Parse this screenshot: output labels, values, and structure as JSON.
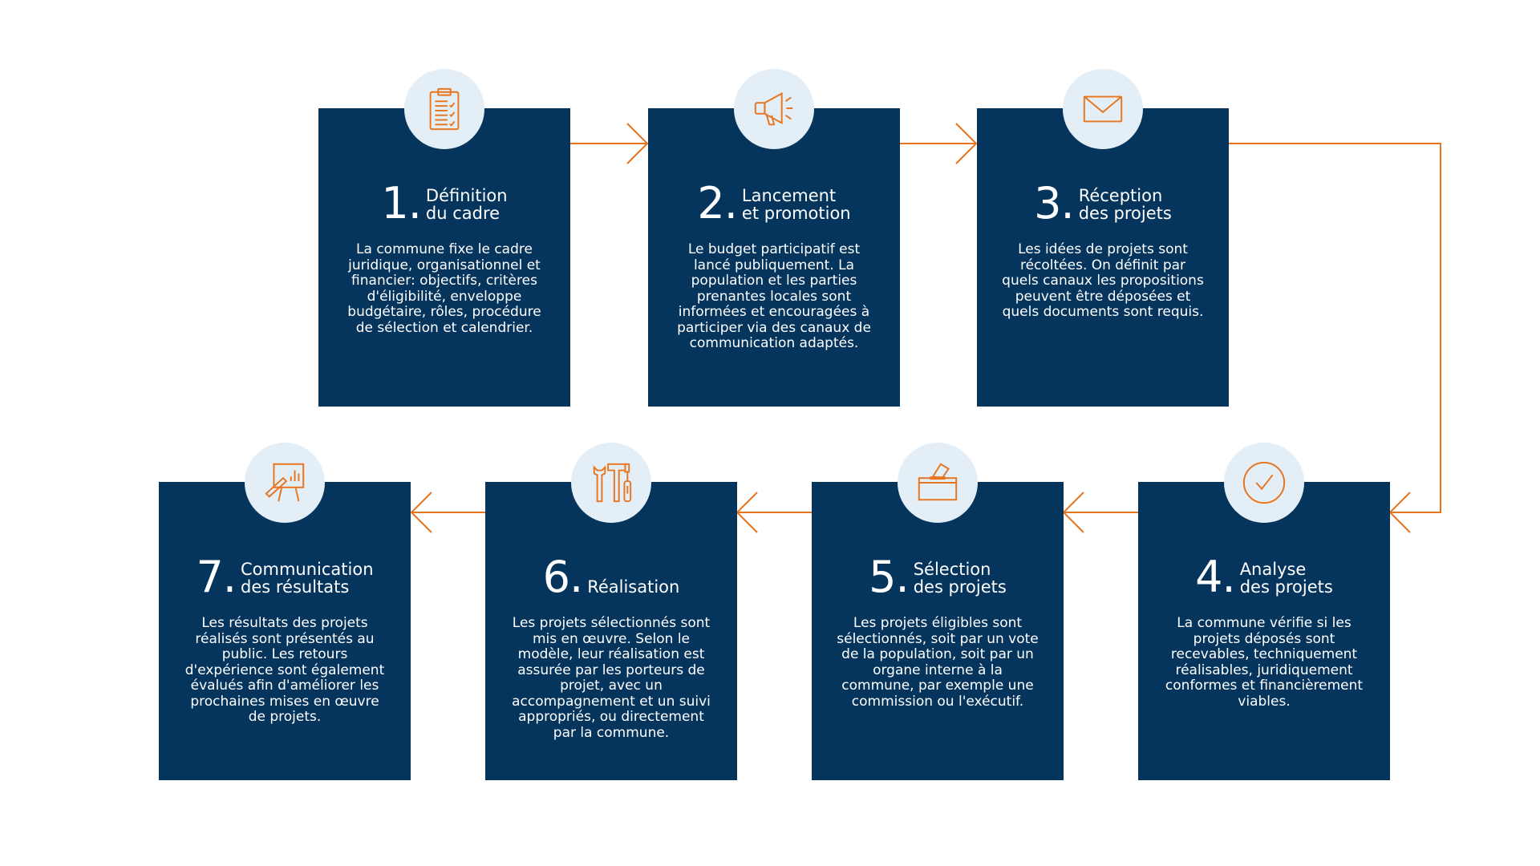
{
  "colors": {
    "card": "#05345c",
    "accent": "#e8741e",
    "icon_bg": "#e3eef7",
    "text": "#ffffff"
  },
  "steps": [
    {
      "number": "1.",
      "title_line1": "Définition",
      "title_line2": "du cadre",
      "icon": "clipboard-checklist-icon",
      "description": "La commune fixe le cadre juridique, organisationnel et financier: objectifs, critères d'éligibilité, enveloppe budgétaire, rôles, procédure de sélection et calendrier."
    },
    {
      "number": "2.",
      "title_line1": "Lancement",
      "title_line2": "et promotion",
      "icon": "megaphone-icon",
      "description": "Le budget participatif est lancé publiquement. La population et les parties prenantes locales sont informées et encouragées à participer via des canaux de communication adaptés."
    },
    {
      "number": "3.",
      "title_line1": "Réception",
      "title_line2": "des projets",
      "icon": "envelope-icon",
      "description": "Les idées de projets sont récoltées. On définit par quels canaux les propositions peuvent être déposées et quels documents sont requis."
    },
    {
      "number": "4.",
      "title_line1": "Analyse",
      "title_line2": "des projets",
      "icon": "check-circle-icon",
      "description": "La commune vérifie si les projets déposés sont recevables, techniquement réalisables, juridiquement conformes et financièrement viables."
    },
    {
      "number": "5.",
      "title_line1": "Sélection",
      "title_line2": "des projets",
      "icon": "ballot-box-icon",
      "description": "Les projets éligibles sont sélectionnés, soit par un vote de la population, soit par un organe interne à la commune, par exemple une commission ou l'exécutif."
    },
    {
      "number": "6.",
      "title_line1": "",
      "title_line2": "Réalisation",
      "icon": "tools-icon",
      "description": "Les projets sélectionnés sont mis en œuvre. Selon le modèle, leur réalisation est assurée par les porteurs de projet, avec un accompagnement et un suivi appropriés, ou directement par la commune."
    },
    {
      "number": "7.",
      "title_line1": "Communication",
      "title_line2": "des résultats",
      "icon": "presentation-board-icon",
      "description": "Les résultats des projets réalisés sont présentés au public. Les retours d'expérience sont également évalués afin d'améliorer les prochaines mises en œuvre de projets."
    }
  ]
}
